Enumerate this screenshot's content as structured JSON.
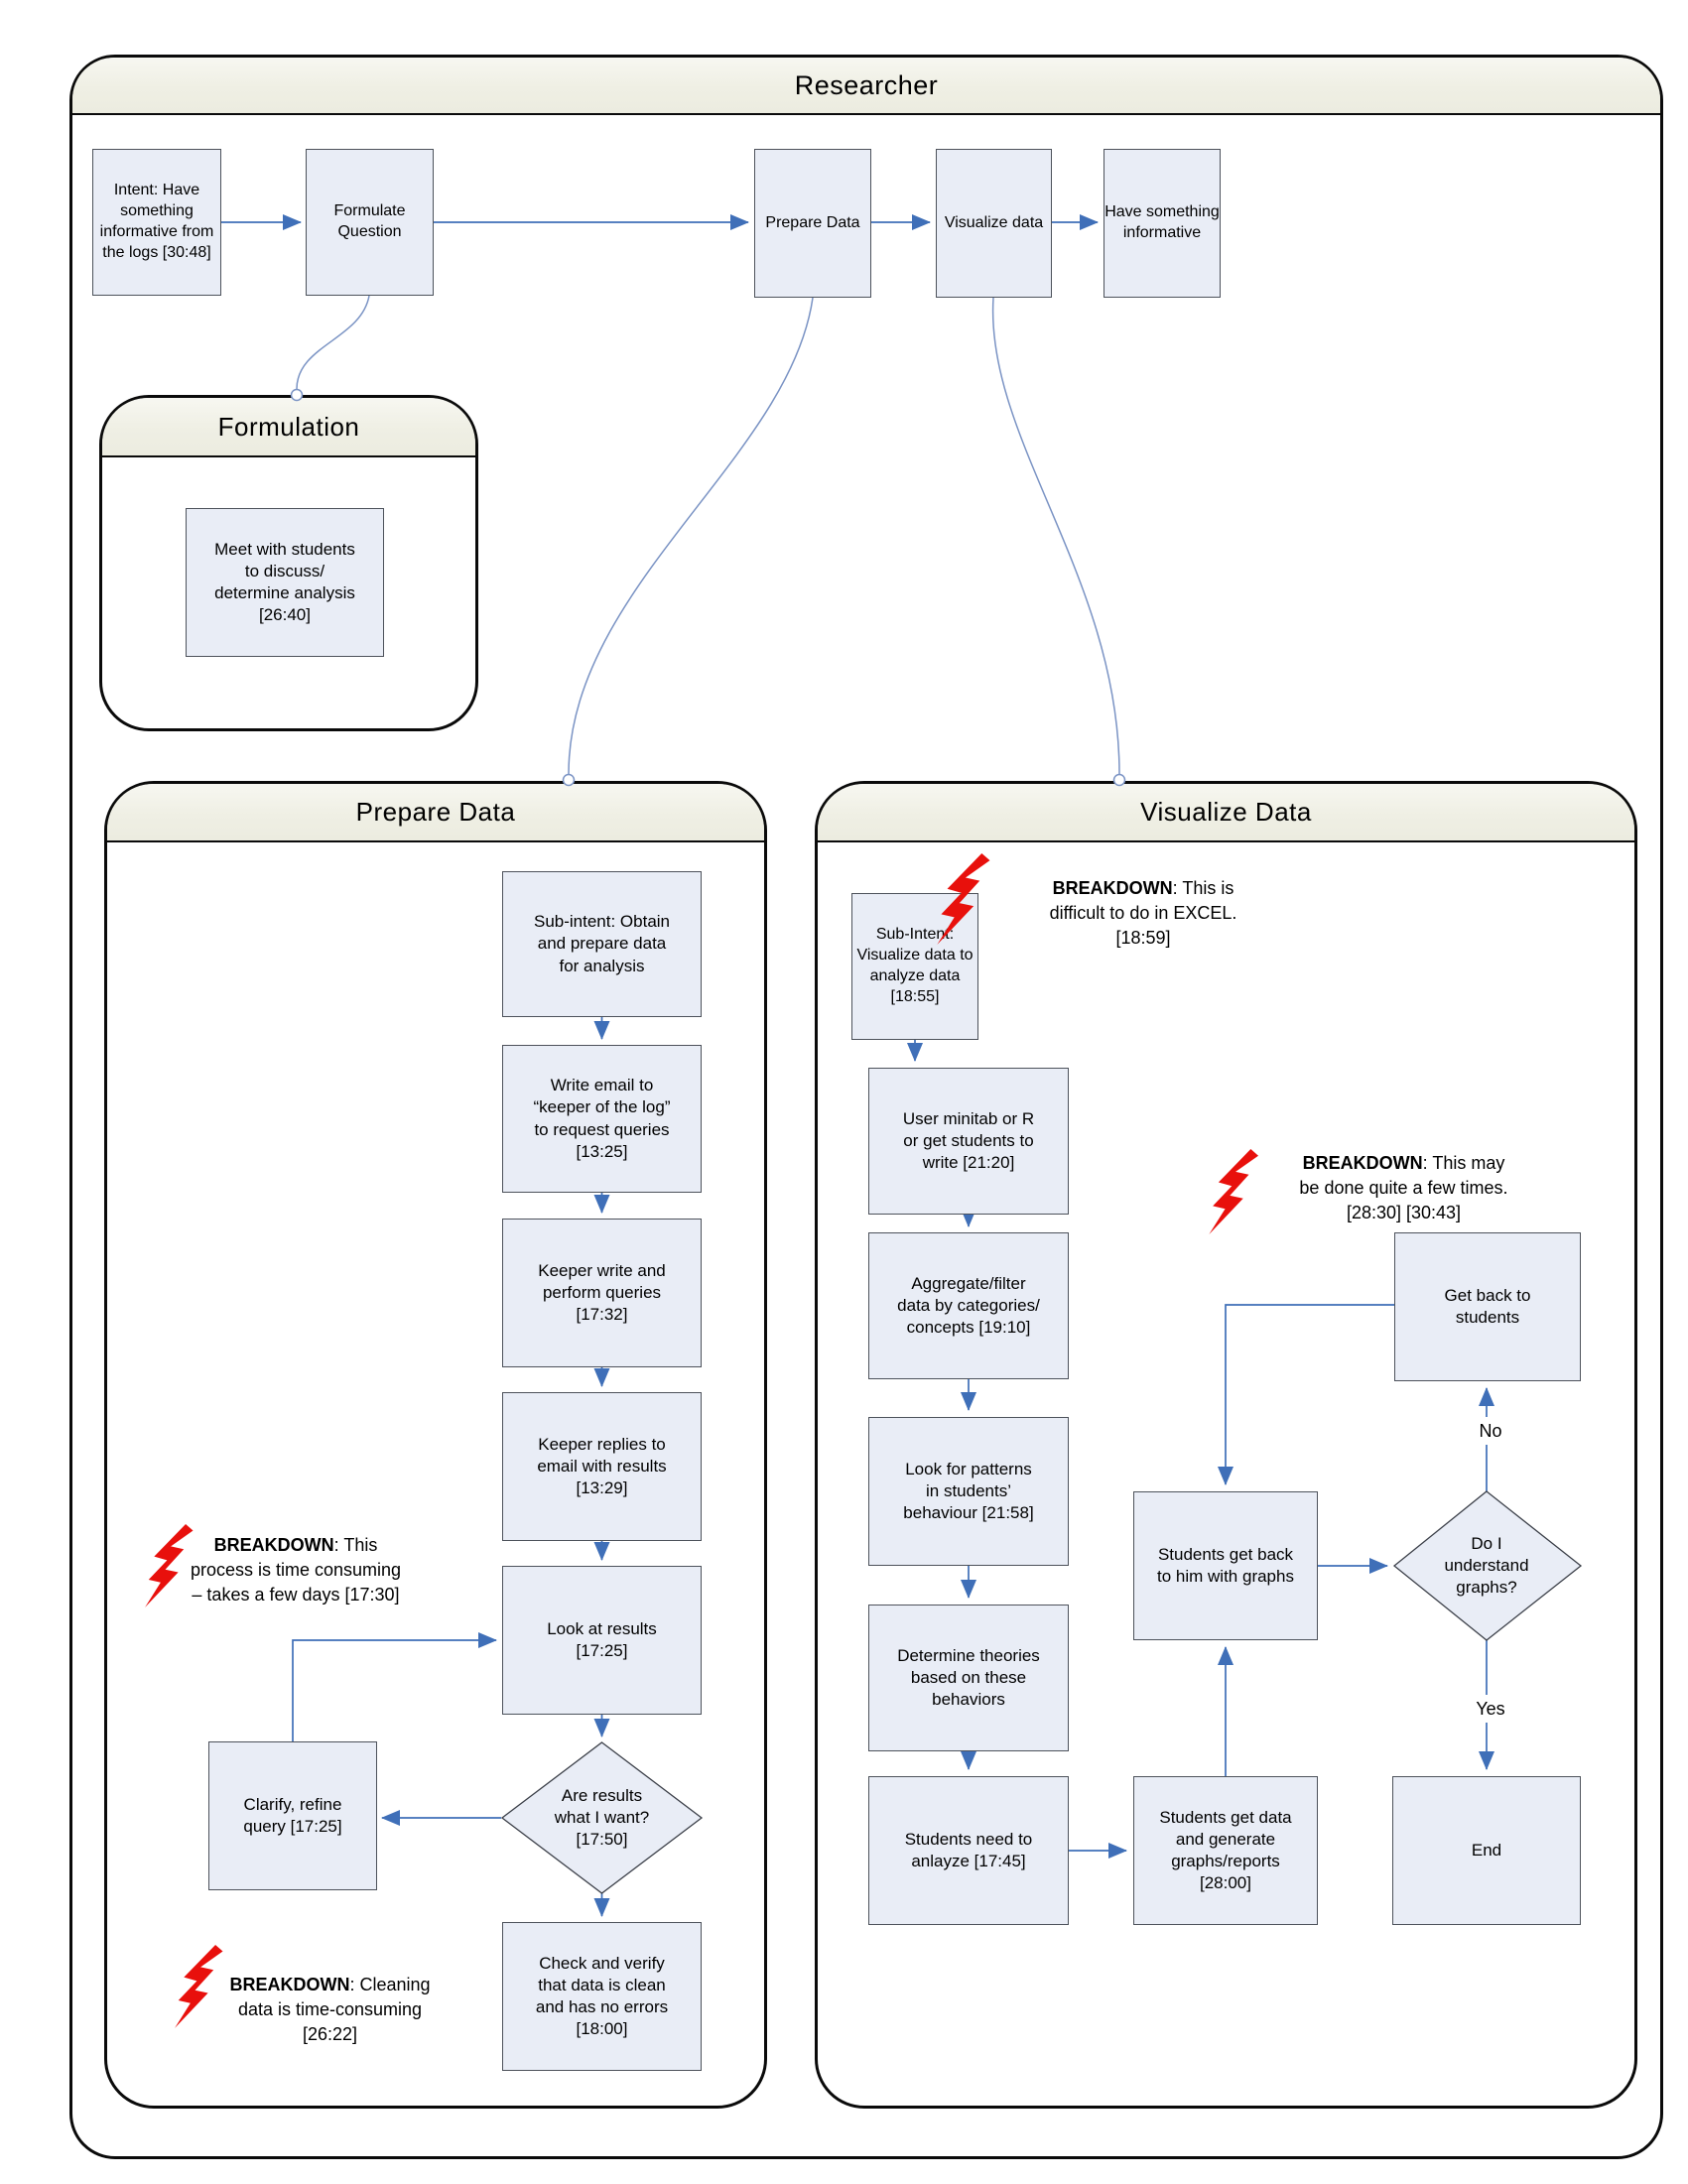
{
  "diagram": {
    "researcher": {
      "title": "Researcher",
      "intent": "Intent: Have\nsomething\ninformative from\nthe logs [30:48]",
      "formulate": "Formulate\nQuestion",
      "prepare": "Prepare Data",
      "visualize": "Visualize data",
      "have": "Have something\ninformative"
    },
    "formulation": {
      "title": "Formulation",
      "meet": "Meet with students\nto discuss/\ndetermine analysis\n[26:40]"
    },
    "prepare_data": {
      "title": "Prepare Data",
      "subintent": "Sub-intent: Obtain\nand prepare data\nfor analysis",
      "write_email": "Write email to\n“keeper of the log”\nto request queries\n[13:25]",
      "keeper_write": "Keeper write and\nperform queries\n[17:32]",
      "keeper_replies": "Keeper replies to\nemail with results\n[13:29]",
      "look": "Look at results\n[17:25]",
      "decision": "Are results\nwhat I want?\n[17:50]",
      "clarify": "Clarify, refine\nquery [17:25]",
      "check": "Check and verify\nthat data is clean\nand has no errors\n[18:00]",
      "breakdown_time": {
        "bold": "BREAKDOWN",
        "rest": ": This\nprocess is time consuming\n– takes a few days [17:30]"
      },
      "breakdown_cleaning": {
        "bold": "BREAKDOWN",
        "rest": ": Cleaning\ndata is time-consuming\n[26:22]"
      }
    },
    "visualize_data": {
      "title": "Visualize Data",
      "subintent": "Sub-Intent:\nVisualize data to\nanalyze data\n[18:55]",
      "minitab": "User minitab or R\nor get students to\nwrite [21:20]",
      "aggregate": "Aggregate/filter\ndata by categories/\nconcepts [19:10]",
      "patterns": "Look for patterns\nin students’\nbehaviour [21:58]",
      "theories": "Determine theories\nbased on these\nbehaviors",
      "students_need": "Students need to\nanlayze [17:45]",
      "students_data": "Students get data\nand generate\ngraphs/reports\n[28:00]",
      "students_back": "Students get back\nto him with graphs",
      "get_back": "Get back to\nstudents",
      "decision": "Do I\nunderstand\ngraphs?",
      "end": "End",
      "no_label": "No",
      "yes_label": "Yes",
      "breakdown_excel": {
        "bold": "BREAKDOWN",
        "rest": ": This is\ndifficult to do in EXCEL.\n[18:59]"
      },
      "breakdown_fewtimes": {
        "bold": "BREAKDOWN",
        "rest": ": This may\nbe done quite a few times.\n[28:30] [30:43]"
      }
    },
    "colors": {
      "arrow_blue": "#3f6fb8",
      "connector_blue": "#7a93c4",
      "node_fill": "#e9edf6",
      "node_border": "#4d525b",
      "breakdown_red": "#e8100c"
    }
  }
}
